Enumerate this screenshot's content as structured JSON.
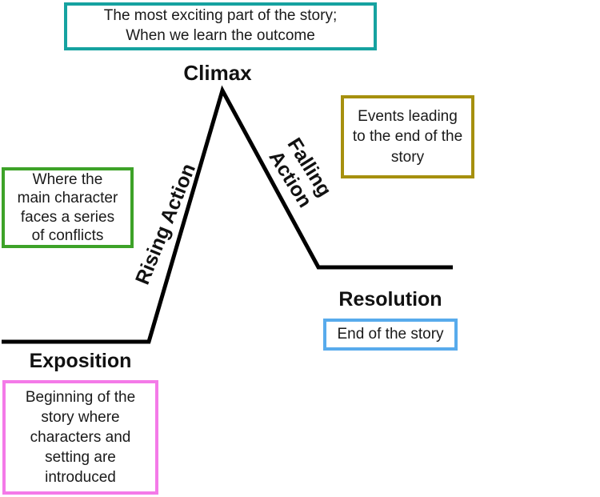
{
  "diagram": {
    "type": "plot-structure-diagram",
    "line_color": "#000000",
    "background": "#ffffff"
  },
  "labels": {
    "climax": "Climax",
    "rising_action": "Rising Action",
    "falling_action": "Falling\nAction",
    "resolution": "Resolution",
    "exposition": "Exposition"
  },
  "notes": {
    "climax": {
      "text": "The most exciting part of the story;\nWhen we learn the outcome",
      "border_color": "#16a2a0"
    },
    "rising_action": {
      "text": "Where the\nmain character\nfaces a series\nof conflicts",
      "border_color": "#3da228"
    },
    "falling_action": {
      "text": "Events leading\nto the end of the\nstory",
      "border_color": "#a6900e"
    },
    "resolution": {
      "text": "End of the story",
      "border_color": "#58abec"
    },
    "exposition": {
      "text": "Beginning of the\nstory where\ncharacters and\nsetting are\nintroduced",
      "border_color": "#f47ae8"
    }
  }
}
